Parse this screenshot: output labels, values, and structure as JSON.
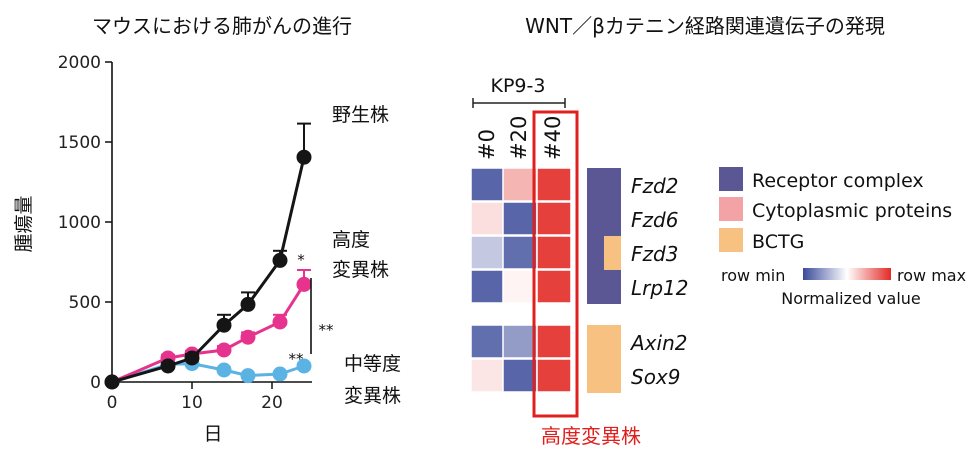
{
  "colors": {
    "wild_type": "#151515",
    "high_metastatic": "#e5338e",
    "medium_metastatic": "#5bb3e3",
    "receptor_complex": "#5b5694",
    "cytoplasmic_proteins": "#f3a3a6",
    "bctg": "#f7c281",
    "highlight": "#e0201e",
    "heat_min": "#3b4b9a",
    "heat_mid": "#ffffff",
    "heat_max": "#e32b26"
  },
  "chart_data": [
    {
      "type": "line",
      "title": "マウスにおける肺がんの進行",
      "xlabel": "日",
      "ylabel": "腫瘍量",
      "xlim": [
        0,
        25
      ],
      "ylim": [
        0,
        2000
      ],
      "xticks": [
        0,
        10,
        20
      ],
      "yticks": [
        0,
        500,
        1000,
        1500,
        2000
      ],
      "series": [
        {
          "name": "野生株",
          "color": "#151515",
          "x": [
            0,
            7,
            10,
            14,
            17,
            21,
            24
          ],
          "y": [
            0,
            100,
            150,
            355,
            485,
            760,
            1405
          ],
          "err": [
            0,
            20,
            25,
            65,
            75,
            60,
            210
          ]
        },
        {
          "name": "高度変異株",
          "color": "#e5338e",
          "x": [
            0,
            7,
            10,
            14,
            17,
            21,
            24
          ],
          "y": [
            0,
            150,
            175,
            200,
            280,
            375,
            610
          ],
          "err": [
            0,
            20,
            20,
            25,
            30,
            45,
            90
          ]
        },
        {
          "name": "中等度変異株",
          "color": "#5bb3e3",
          "x": [
            0,
            7,
            10,
            14,
            17,
            21,
            24
          ],
          "y": [
            0,
            110,
            115,
            75,
            40,
            50,
            100
          ],
          "err": [
            0,
            15,
            15,
            15,
            10,
            10,
            15
          ]
        }
      ],
      "strain_labels": {
        "wild": [
          "野生株"
        ],
        "high": [
          "高度",
          "変異株"
        ],
        "medium": [
          "中等度",
          "変異株"
        ]
      },
      "annotations": [
        "*",
        "**",
        "**"
      ]
    },
    {
      "type": "heatmap",
      "title": "WNT／βカテニン経路関連遺伝子の発現",
      "group_label": "KP9-3",
      "columns": [
        "#0",
        "#20",
        "#40"
      ],
      "rows": [
        "Fzd2",
        "Fzd6",
        "Fzd3",
        "Lrp12",
        "Axin2",
        "Sox9"
      ],
      "values": [
        [
          -0.85,
          0.35,
          0.9
        ],
        [
          0.15,
          -0.85,
          0.9
        ],
        [
          -0.3,
          -0.8,
          0.9
        ],
        [
          -0.85,
          0.05,
          0.9
        ],
        [
          -0.8,
          -0.55,
          0.9
        ],
        [
          0.12,
          -0.85,
          0.9
        ]
      ],
      "row_categories": [
        [
          "Receptor complex"
        ],
        [
          "Receptor complex"
        ],
        [
          "Receptor complex",
          "BCTG"
        ],
        [
          "Receptor complex"
        ],
        [
          "BCTG"
        ],
        [
          "BCTG"
        ]
      ],
      "highlighted_column": "#40",
      "highlight_label": "高度変異株",
      "legend": {
        "categories": [
          "Receptor complex",
          "Cytoplasmic proteins",
          "BCTG"
        ],
        "scale_min_label": "row min",
        "scale_max_label": "row max",
        "scale_title": "Normalized value"
      }
    }
  ]
}
